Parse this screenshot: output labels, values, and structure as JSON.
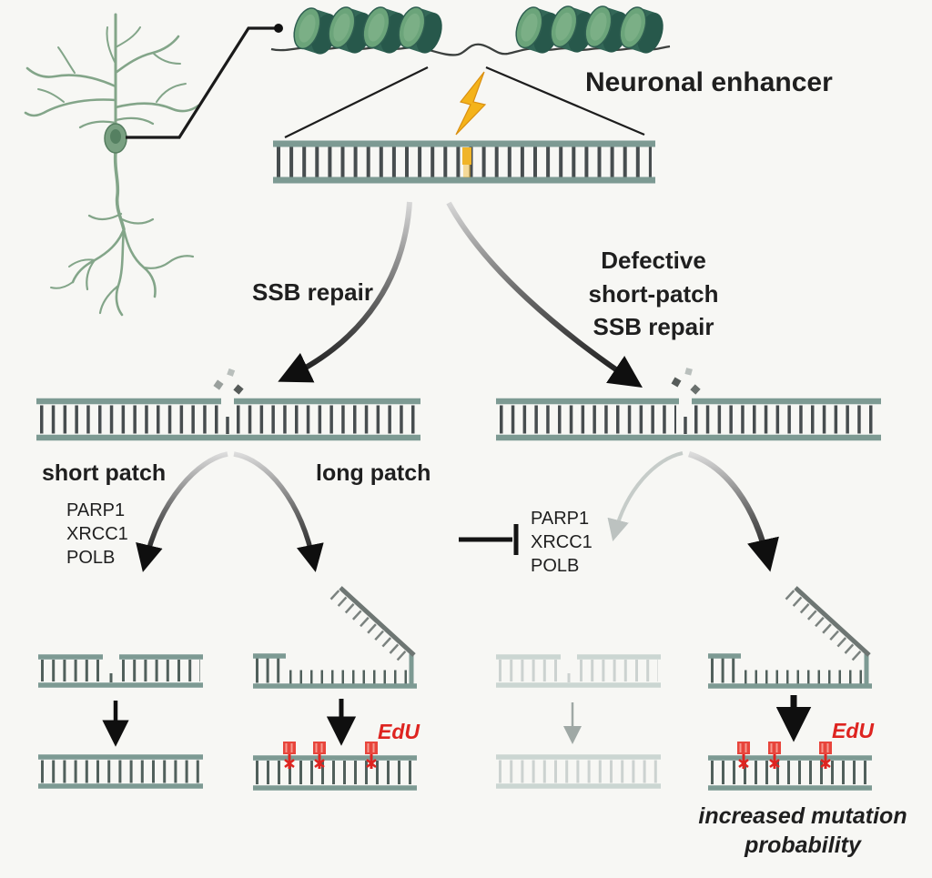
{
  "labels": {
    "enhancer": "Neuronal enhancer",
    "ssb_repair": "SSB repair",
    "defective": [
      "Defective",
      "short-patch",
      "SSB repair"
    ],
    "short_patch": "short patch",
    "long_patch": "long patch",
    "proteins_left": [
      "PARP1",
      "XRCC1",
      "POLB"
    ],
    "proteins_right": [
      "PARP1",
      "XRCC1",
      "POLB"
    ],
    "edu_left": "EdU",
    "edu_right": "EdU",
    "outcome": [
      "increased mutation",
      "probability"
    ]
  },
  "colors": {
    "background": "#f7f7f4",
    "dna_rail": "#7d9a93",
    "dna_rung": "#474d4f",
    "dna_rail_faded": "#cbd6d2",
    "dna_rung_faded": "#ccd2d0",
    "nucleosome_face": "#6ba47a",
    "nucleosome_body": "#27584b",
    "neuron_green": "#83a589",
    "lightning_yellow": "#f4b31a",
    "edu_red": "#de2420",
    "arrow_black": "#0f0f0f",
    "arrow_faded": "#9fa8a5"
  }
}
